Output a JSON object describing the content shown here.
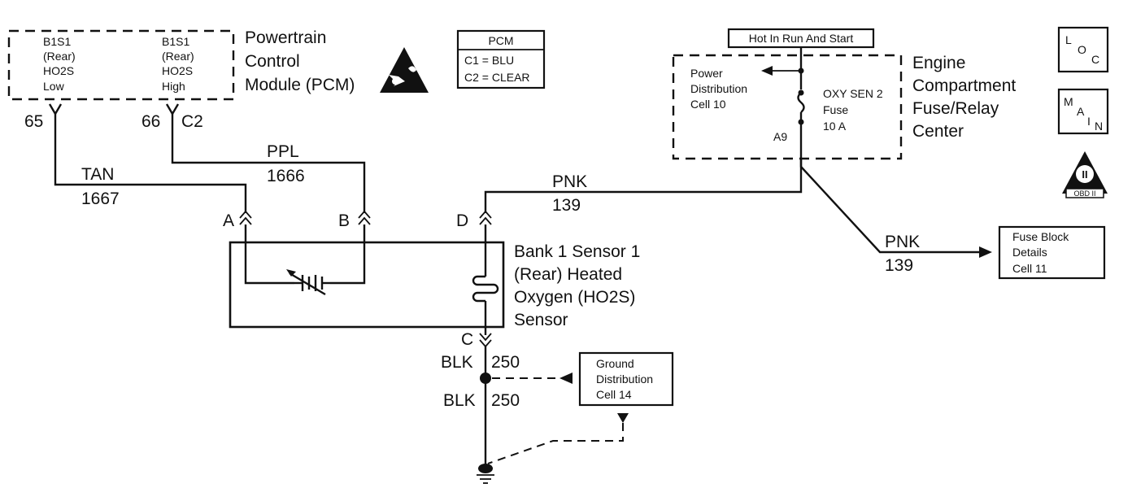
{
  "pcm_module": {
    "title_lines": [
      "Powertrain",
      "Control",
      "Module (PCM)"
    ],
    "left_label_lines": [
      "B1S1",
      "(Rear)",
      "HO2S",
      "Low"
    ],
    "right_label_lines": [
      "B1S1",
      "(Rear)",
      "HO2S",
      "High"
    ],
    "pin_low": "65",
    "pin_high": "66",
    "connector_high": "C2"
  },
  "pcm_legend": {
    "title": "PCM",
    "line1": "C1 = BLU",
    "line2": "C2 = CLEAR"
  },
  "wires": {
    "tan": {
      "color": "TAN",
      "circuit": "1667"
    },
    "ppl": {
      "color": "PPL",
      "circuit": "1666"
    },
    "pnk_sensor": {
      "color": "PNK",
      "circuit": "139"
    },
    "pnk_fuse_block": {
      "color": "PNK",
      "circuit": "139"
    },
    "blk_upper": {
      "color": "BLK",
      "circuit": "250"
    },
    "blk_lower": {
      "color": "BLK",
      "circuit": "250"
    }
  },
  "sensor": {
    "title_lines": [
      "Bank 1 Sensor 1",
      "(Rear) Heated",
      "Oxygen (HO2S)",
      "Sensor"
    ],
    "terminal_a": "A",
    "terminal_b": "B",
    "terminal_c": "C",
    "terminal_d": "D"
  },
  "fuse_center": {
    "hot_label": "Hot In Run And Start",
    "power_dist_lines": [
      "Power",
      "Distribution",
      "Cell 10"
    ],
    "fuse_lines": [
      "OXY SEN 2",
      "Fuse",
      "10 A"
    ],
    "terminal": "A9",
    "title_lines": [
      "Engine",
      "Compartment",
      "Fuse/Relay",
      "Center"
    ]
  },
  "fuse_block_box": {
    "lines": [
      "Fuse Block",
      "Details",
      "Cell 11"
    ]
  },
  "ground_box": {
    "lines": [
      "Ground",
      "Distribution",
      "Cell 14"
    ]
  },
  "icons": {
    "loc": {
      "l": "L",
      "o": "O",
      "c": "C"
    },
    "main": {
      "m": "M",
      "a": "A",
      "i": "I",
      "n": "N"
    },
    "obd": {
      "top": "II",
      "bottom": "OBD II"
    }
  }
}
